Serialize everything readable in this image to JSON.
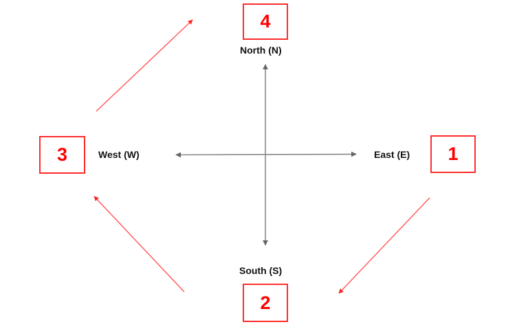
{
  "diagram": {
    "type": "compass-direction-sequence",
    "axes": {
      "color": "#777777",
      "vertical": {
        "from": "South",
        "to": "North",
        "bidirectional": true
      },
      "horizontal": {
        "from": "West",
        "to": "East",
        "bidirectional": true
      }
    },
    "directions": {
      "north": {
        "label": "North (N)",
        "step": "4"
      },
      "south": {
        "label": "South (S)",
        "step": "2"
      },
      "east": {
        "label": "East (E)",
        "step": "1"
      },
      "west": {
        "label": "West (W)",
        "step": "3"
      }
    },
    "sequence_arrows": [
      {
        "from": "East (1)",
        "to": "South (2)"
      },
      {
        "from": "South (2)",
        "to": "West (3)"
      },
      {
        "from": "West (3)",
        "to": "North (4)"
      }
    ],
    "colors": {
      "accent": "#ff0000",
      "box_border": "#ff2a2a",
      "label_text": "#111111",
      "axis": "#777777"
    }
  }
}
